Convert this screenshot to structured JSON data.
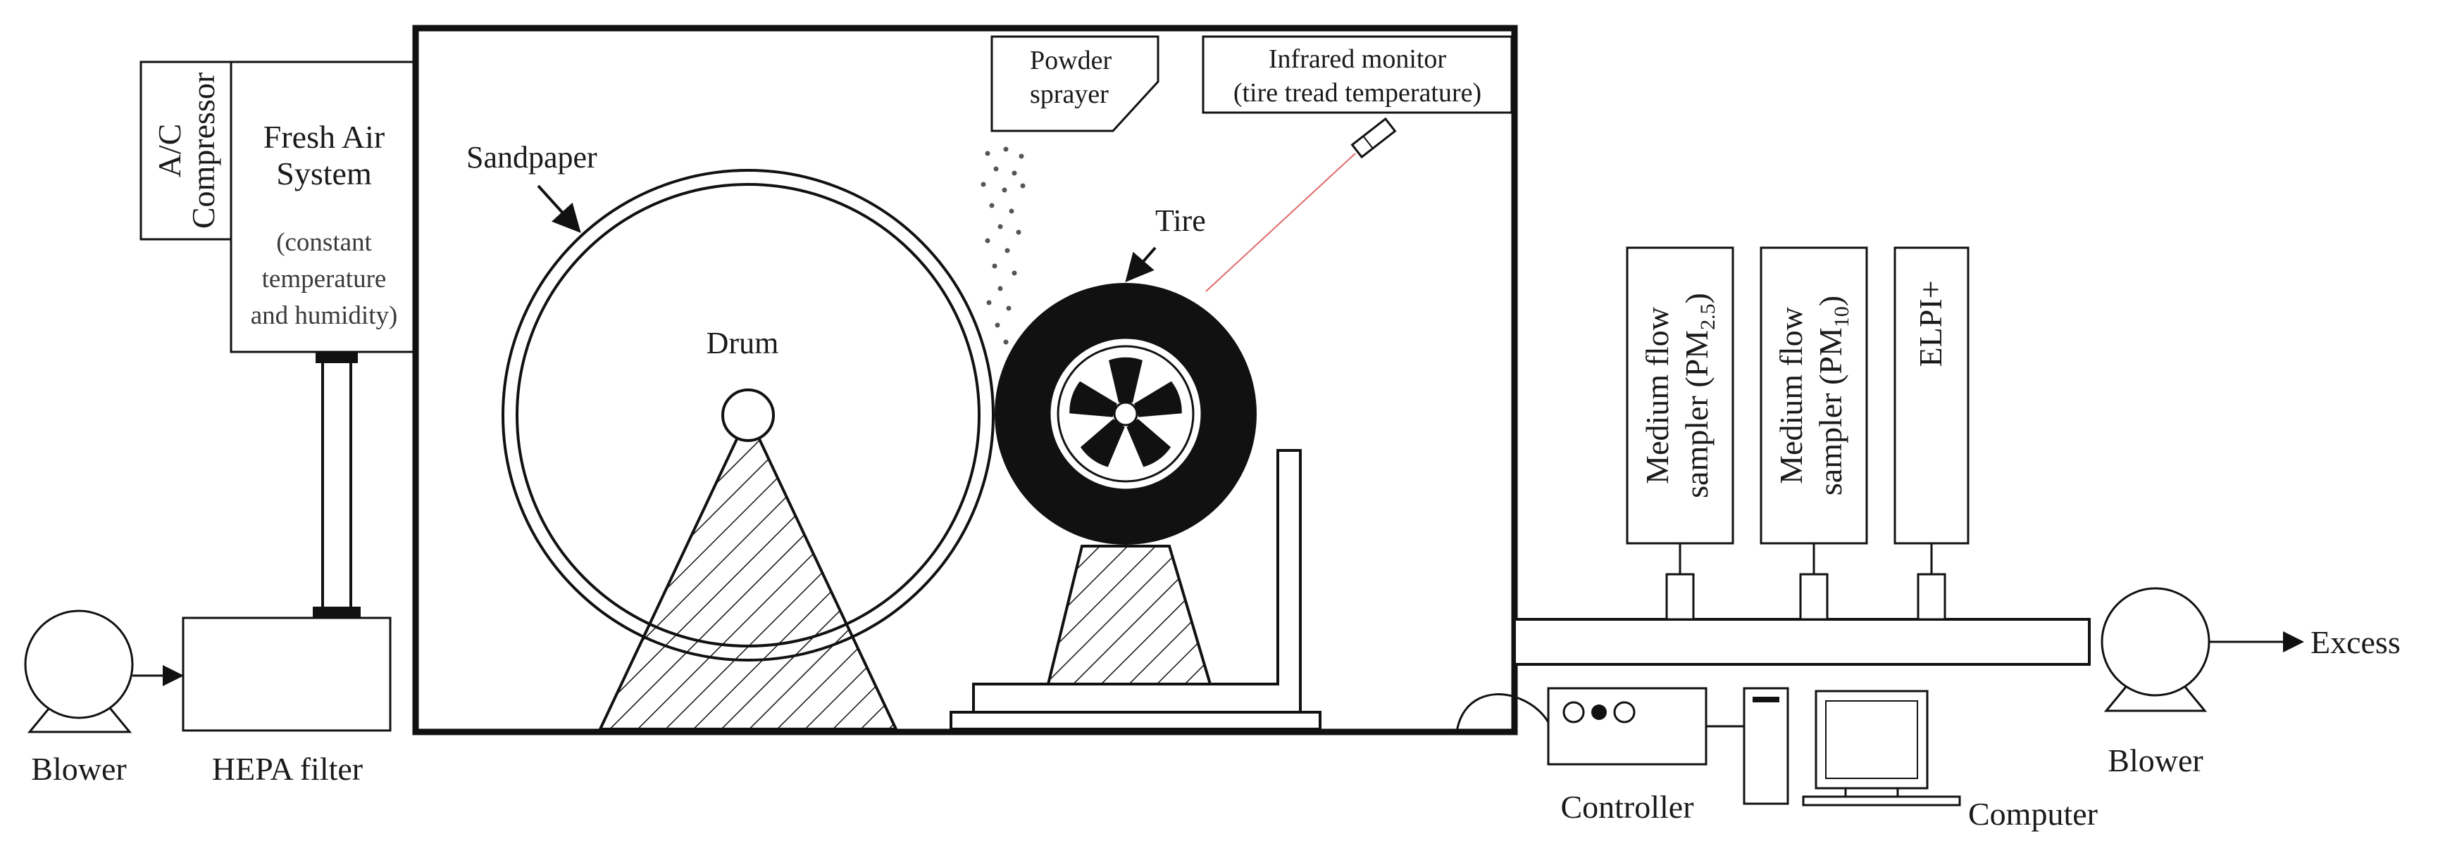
{
  "labels": {
    "ac_compressor": [
      "A/C",
      "Compressor"
    ],
    "fresh_air_title": [
      "Fresh Air",
      "System"
    ],
    "fresh_air_note": [
      "(constant",
      "temperature",
      "and humidity)"
    ],
    "sandpaper": "Sandpaper",
    "drum": "Drum",
    "powder_sprayer": [
      "Powder",
      "sprayer"
    ],
    "infrared_monitor": [
      "Infrared monitor",
      "(tire tread temperature)"
    ],
    "tire": "Tire",
    "sampler_pm25": {
      "line1": "Medium flow",
      "line2_prefix": "sampler (PM",
      "line2_sub": "2.5",
      "line2_suffix": ")"
    },
    "sampler_pm10": {
      "line1": "Medium flow",
      "line2_prefix": "sampler (PM",
      "line2_sub": "10",
      "line2_suffix": ")"
    },
    "elpi": "ELPI+",
    "excess": "Excess",
    "blower_left": "Blower",
    "hepa_filter": "HEPA filter",
    "controller": "Controller",
    "computer": "Computer",
    "blower_right": "Blower"
  },
  "colors": {
    "line": "#111111",
    "background": "#ffffff",
    "laser": "#e06a6a"
  }
}
